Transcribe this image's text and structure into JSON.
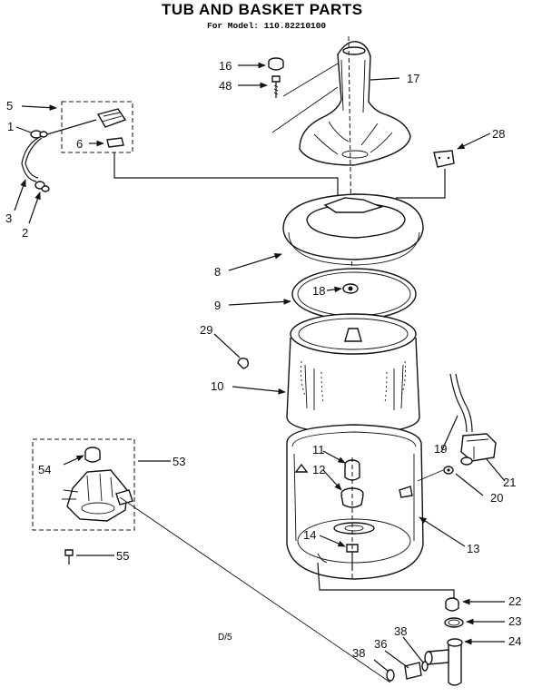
{
  "title": "TUB AND BASKET PARTS",
  "subtitle": "For Model: 110.82210100",
  "footer_code": "D/5",
  "callouts": {
    "c1": "1",
    "c2": "2",
    "c3": "3",
    "c5": "5",
    "c6": "6",
    "c8": "8",
    "c9": "9",
    "c10": "10",
    "c11": "11",
    "c12": "12",
    "c13": "13",
    "c14": "14",
    "c16": "16",
    "c17": "17",
    "c18": "18",
    "c19": "19",
    "c20": "20",
    "c21": "21",
    "c22": "22",
    "c23": "23",
    "c24": "24",
    "c28": "28",
    "c29": "29",
    "c36": "36",
    "c38a": "38",
    "c38b": "38",
    "c48": "48",
    "c53": "53",
    "c54": "54",
    "c55": "55"
  }
}
